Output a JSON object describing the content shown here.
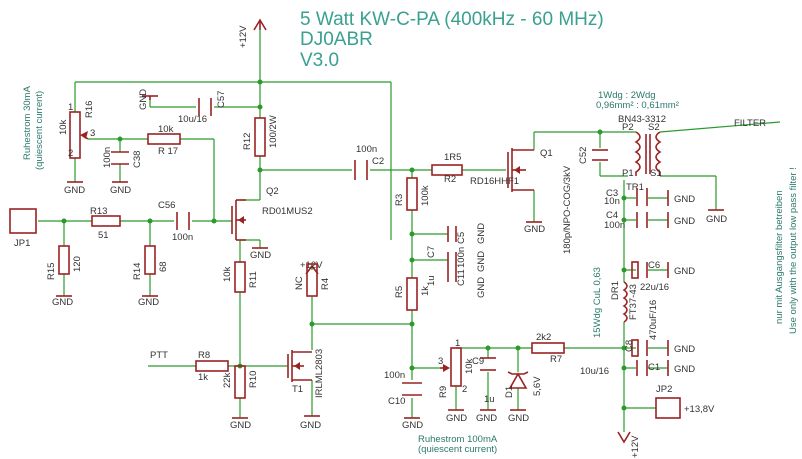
{
  "title": {
    "line1": "5 Watt KW-C-PA (400kHz - 60 MHz)",
    "line2": "DJ0ABR",
    "line3": "V3.0"
  },
  "notes": {
    "ruhestrom_30": "Ruhestrom 30mA",
    "quiescent_30": "(quiescent current)",
    "ruhestrom_100": "Ruhestrom 100mA",
    "quiescent_100": "(quiescent current)",
    "filter_de": "nur mit Ausgangsfilter betreiben",
    "filter_en": "Use only with the output low pass filter !",
    "transformer_turns": "1Wdg : 2Wdg",
    "transformer_wire": "0,96mm² : 0,61mm²",
    "filter_label": "FILTER",
    "ptt_label": "PTT",
    "supply_label": "+13,8V"
  },
  "supply": {
    "plus12": "+12V",
    "gnd": "GND"
  },
  "parts": {
    "R16": {
      "ref": "R16",
      "val": "10k"
    },
    "R17": {
      "ref": "R 17",
      "val": "10k"
    },
    "R13": {
      "ref": "R13",
      "val": "51"
    },
    "R15": {
      "ref": "R15",
      "val": "120"
    },
    "R14": {
      "ref": "R14",
      "val": "68"
    },
    "R12": {
      "ref": "R12",
      "val": "100/2W"
    },
    "R11": {
      "ref": "R11",
      "val": "10k"
    },
    "R10": {
      "ref": "R10",
      "val": "22k"
    },
    "R8": {
      "ref": "R8",
      "val": "1k"
    },
    "R4": {
      "ref": "R4",
      "val": "NC"
    },
    "R3": {
      "ref": "R3",
      "val": "100k"
    },
    "R5": {
      "ref": "R5",
      "val": "1k"
    },
    "R2": {
      "ref": "R2",
      "val": "1R5"
    },
    "R7": {
      "ref": "R7",
      "val": "2k2"
    },
    "R9": {
      "ref": "R9",
      "val": "10k"
    },
    "C57": {
      "ref": "C57",
      "val": "10u/16"
    },
    "C38": {
      "ref": "C38",
      "val": "100n"
    },
    "C56": {
      "ref": "C56",
      "val": "100n"
    },
    "C2": {
      "ref": "C2",
      "val": "100n"
    },
    "C5": {
      "ref": "C5",
      "val": "100n"
    },
    "C7": {
      "ref": "C7",
      "val": "100n"
    },
    "C11": {
      "ref": "C11",
      "val": "1u"
    },
    "C10": {
      "ref": "C10",
      "val": "100n"
    },
    "C9": {
      "ref": "C9",
      "val": "1u"
    },
    "C52": {
      "ref": "C52",
      "val": "180p/NPO-COG/3kV"
    },
    "C3": {
      "ref": "C3",
      "val": "10n"
    },
    "C4": {
      "ref": "C4",
      "val": "100n"
    },
    "C6": {
      "ref": "C6",
      "val": "22u/16"
    },
    "C8": {
      "ref": "C8",
      "val": "470uF/16"
    },
    "C1": {
      "ref": "C1",
      "val": "10u/16"
    },
    "D1": {
      "ref": "D1",
      "val": "5,6V"
    },
    "DR1": {
      "ref": "DR1",
      "val": "15Wdg CuL 0,63",
      "core": "FT37-43"
    },
    "TR1": {
      "ref": "TR1",
      "core": "BN43-3312",
      "p1": "P1",
      "p2": "P2",
      "s1": "S1",
      "s2": "S2"
    },
    "Q1": {
      "ref": "Q1",
      "val": "RD16HHF1"
    },
    "Q2": {
      "ref": "Q2",
      "val": "RD01MUS2"
    },
    "T1": {
      "ref": "T1",
      "val": "IRLML2803"
    },
    "JP1": {
      "ref": "JP1"
    },
    "JP2": {
      "ref": "JP2"
    }
  },
  "pins": {
    "p1": "1",
    "p2": "2",
    "p3": "3"
  }
}
